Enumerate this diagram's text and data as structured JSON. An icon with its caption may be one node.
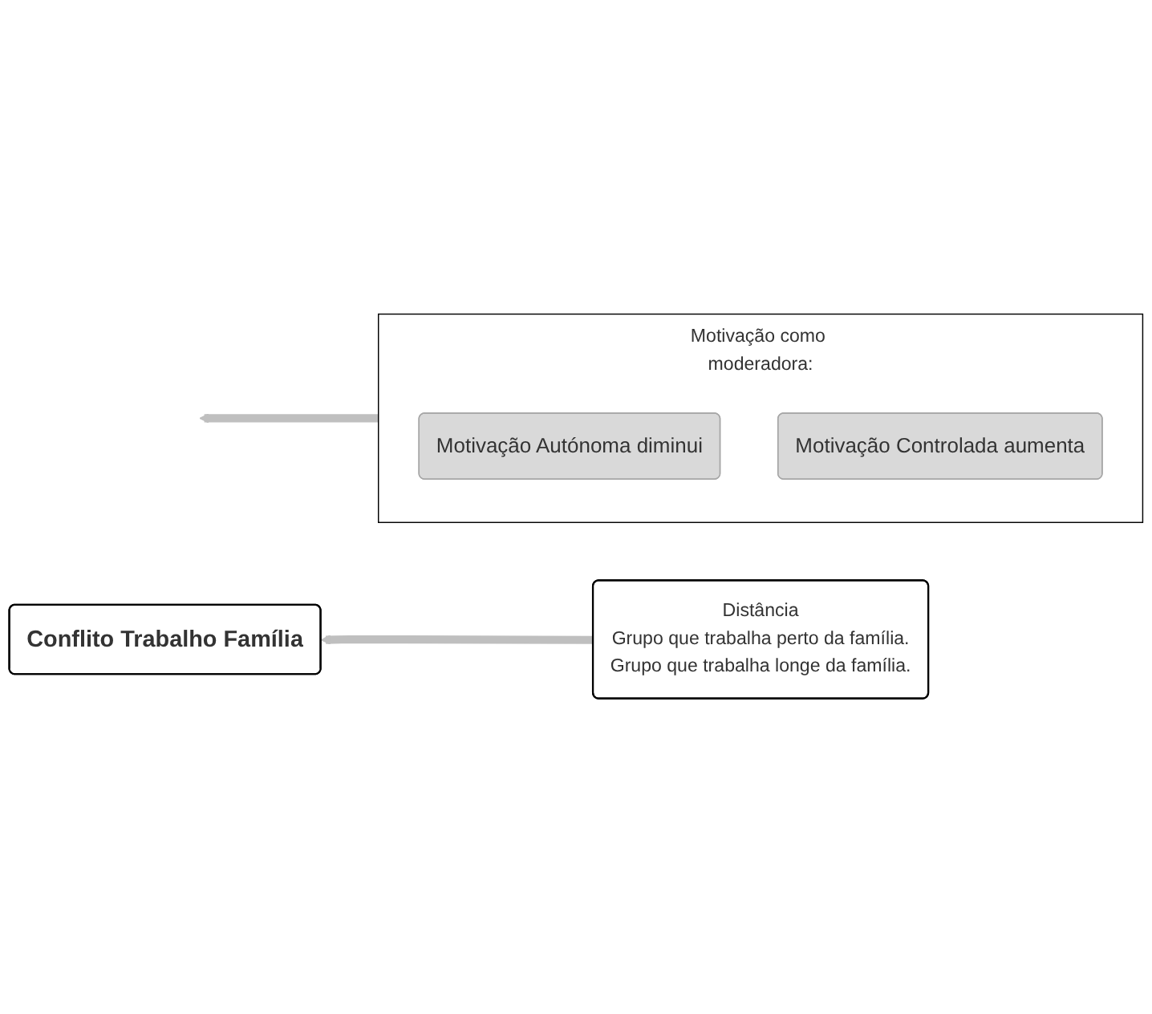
{
  "diagram": {
    "nodes": [
      {
        "text": [
          "Conflito Trabalho Família"
        ]
      },
      {
        "text": [
          "Distância",
          "Grupo que trabalha perto da família.",
          "Grupo que trabalha longe da família."
        ]
      },
      {
        "text": [
          "Motivação como moderadora:"
        ]
      },
      {
        "text": [
          "Motivação Autónoma diminui"
        ],
        "in": 2
      },
      {
        "text": [
          "Motivação Controlada aumenta"
        ],
        "in": 2
      }
    ],
    "edges": [
      {
        "from": 1,
        "to": 0,
        "arrow": "to"
      },
      {
        "from": 2,
        "to": null,
        "arrow": "to"
      }
    ]
  }
}
